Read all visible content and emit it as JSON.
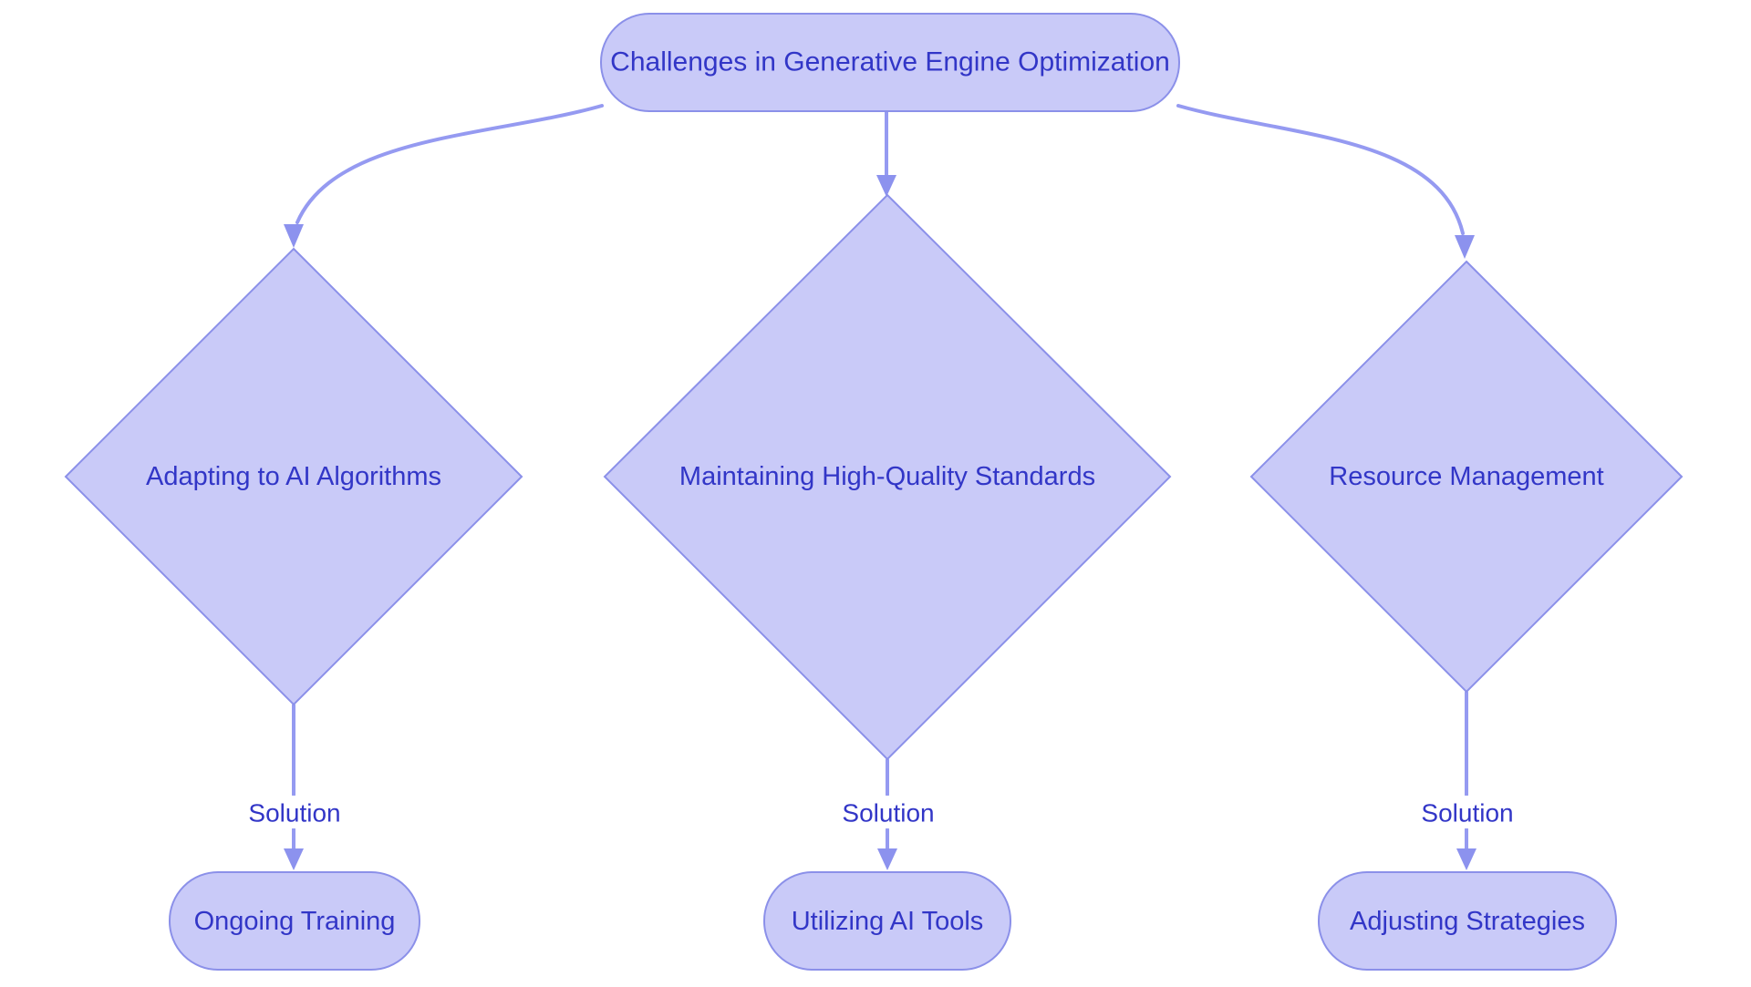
{
  "diagram": {
    "title_node": {
      "label": "Challenges in Generative Engine Optimization"
    },
    "colors": {
      "background": "#ffffff",
      "node_fill": "#c9caf8",
      "node_border": "#8b90e9",
      "edge_line": "#959af1",
      "arrowhead": "#8c92ee",
      "node_text": "#3236c7",
      "edge_label_text": "#3236c7",
      "edge_label_bg": "#ffffff"
    },
    "branches": [
      {
        "challenge": "Adapting to AI Algorithms",
        "edge_label": "Solution",
        "solution": "Ongoing Training"
      },
      {
        "challenge": "Maintaining High-Quality Standards",
        "edge_label": "Solution",
        "solution": "Utilizing AI Tools"
      },
      {
        "challenge": "Resource Management",
        "edge_label": "Solution",
        "solution": "Adjusting Strategies"
      }
    ]
  }
}
